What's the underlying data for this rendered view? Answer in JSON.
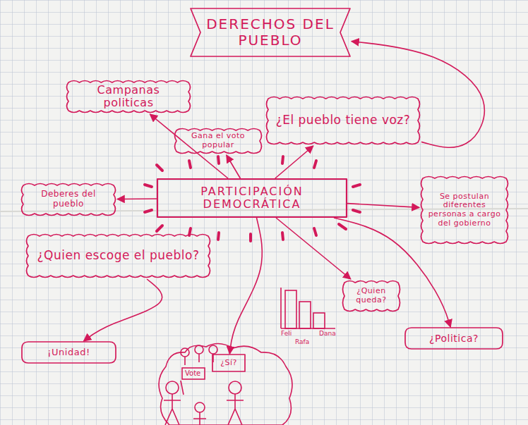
{
  "diagram": {
    "nodes": [
      {
        "text": [
          "DERECHOS DEL PUEBLO"
        ]
      },
      {
        "text": [
          "Campanas politicas"
        ]
      },
      {
        "text": [
          "¿El pueblo tiene voz?"
        ]
      },
      {
        "text": [
          "Gana el voto popular"
        ]
      },
      {
        "text": [
          "Deberes del pueblo"
        ]
      },
      {
        "text": [
          "PARTICIPACIÓN DEMOCRÁTICA"
        ]
      },
      {
        "text": [
          "Se postulan diferentes personas a cargo del gobierno"
        ]
      },
      {
        "text": [
          "¿Quien escoge el pueblo?"
        ]
      },
      {
        "text": [
          "¿Quien queda?"
        ]
      },
      {
        "text": [
          "¿Politica?"
        ]
      },
      {
        "text": [
          "¡Unidad!"
        ]
      },
      {
        "text": [
          "¿Sí?"
        ]
      }
    ],
    "edges": [
      {
        "from": 5,
        "to": 1,
        "arrow": "to"
      },
      {
        "from": 5,
        "to": 3,
        "arrow": "to"
      },
      {
        "from": 5,
        "to": 2,
        "arrow": "to"
      },
      {
        "from": 5,
        "to": 4,
        "arrow": "to"
      },
      {
        "from": 5,
        "to": 6,
        "arrow": "to"
      },
      {
        "from": 5,
        "to": 8,
        "arrow": "to"
      },
      {
        "from": 5,
        "to": 9,
        "arrow": "to"
      },
      {
        "from": 5,
        "to": 11,
        "arrow": "to"
      },
      {
        "from": 7,
        "to": 10,
        "arrow": "to"
      },
      {
        "from": 2,
        "to": 0,
        "arrow": "to"
      }
    ],
    "labels": [
      "Vote",
      "Feli",
      "Rafa",
      "Dana"
    ]
  }
}
